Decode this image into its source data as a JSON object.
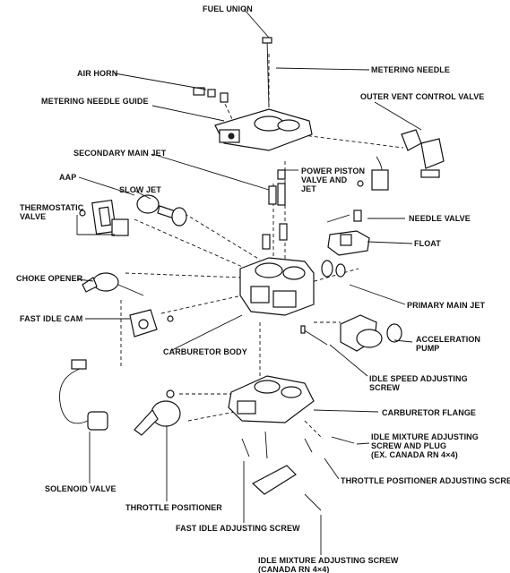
{
  "labels": {
    "fuel_union": "FUEL UNION",
    "metering_needle": "METERING NEEDLE",
    "air_horn": "AIR HORN",
    "metering_needle_guide": "METERING NEEDLE GUIDE",
    "outer_vent_control_valve": "OUTER VENT CONTROL VALVE",
    "secondary_main_jet": "SECONDARY MAIN JET",
    "power_piston": [
      "POWER PISTON",
      "VALVE AND",
      "JET"
    ],
    "aap": "AAP",
    "slow_jet": "SLOW JET",
    "thermostatic_valve": [
      "THERMOSTATIC",
      "VALVE"
    ],
    "needle_valve": "NEEDLE VALVE",
    "float": "FLOAT",
    "choke_opener": "CHOKE OPENER",
    "primary_main_jet": "PRIMARY MAIN JET",
    "fast_idle_cam": "FAST IDLE CAM",
    "acceleration_pump": [
      "ACCELERATION",
      "PUMP"
    ],
    "carburetor_body": "CARBURETOR BODY",
    "idle_speed_adjusting_screw": [
      "IDLE SPEED ADJUSTING",
      "SCREW"
    ],
    "carburetor_flange": "CARBURETOR FLANGE",
    "idle_mixture_plug": [
      "IDLE MIXTURE ADJUSTING",
      "SCREW AND PLUG",
      "(EX. CANADA RN 4×4)"
    ],
    "throttle_positioner_adjusting_screw": "THROTTLE POSITIONER ADJUSTING SCREW",
    "solenoid_valve": "SOLENOID VALVE",
    "throttle_positioner": "THROTTLE POSITIONER",
    "fast_idle_adjusting_screw": "FAST IDLE ADJUSTING SCREW",
    "idle_mixture_canada": [
      "IDLE MIXTURE ADJUSTING SCREW",
      "(CANADA RN 4×4)"
    ]
  }
}
